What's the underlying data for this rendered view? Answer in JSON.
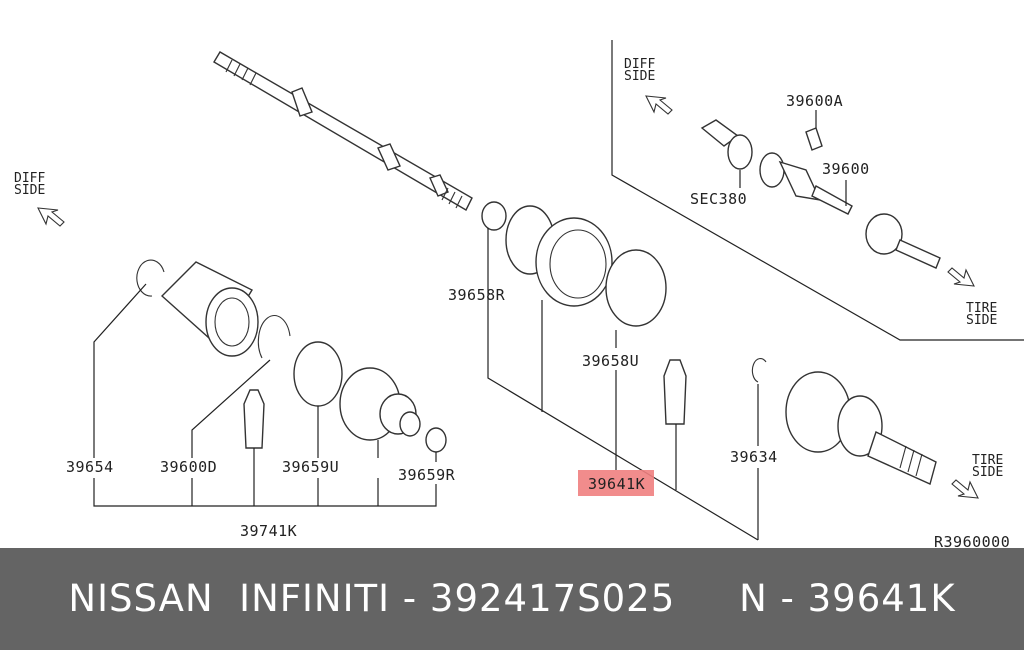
{
  "diagram": {
    "direction_labels": {
      "diff_side_left": [
        "DIFF",
        "SIDE"
      ],
      "diff_side_inset": [
        "DIFF",
        "SIDE"
      ],
      "tire_side_inset": [
        "TIRE",
        "SIDE"
      ],
      "tire_side_right": [
        "TIRE",
        "SIDE"
      ]
    },
    "part_numbers": {
      "p39600A": "39600A",
      "sec380": "SEC380",
      "p39600": "39600",
      "p39658R": "39658R",
      "p39658U": "39658U",
      "p39641K": "39641K",
      "p39634": "39634",
      "p39654": "39654",
      "p39600D": "39600D",
      "p39659U": "39659U",
      "p39659R": "39659R",
      "p39741K": "39741K"
    },
    "highlight_color": "#f08080",
    "reference_code": "R3960000"
  },
  "footer": {
    "caption": "NISSAN  INFINITI - 392417S025     N - 39641K",
    "background": "#646464",
    "text_color": "#ffffff"
  }
}
